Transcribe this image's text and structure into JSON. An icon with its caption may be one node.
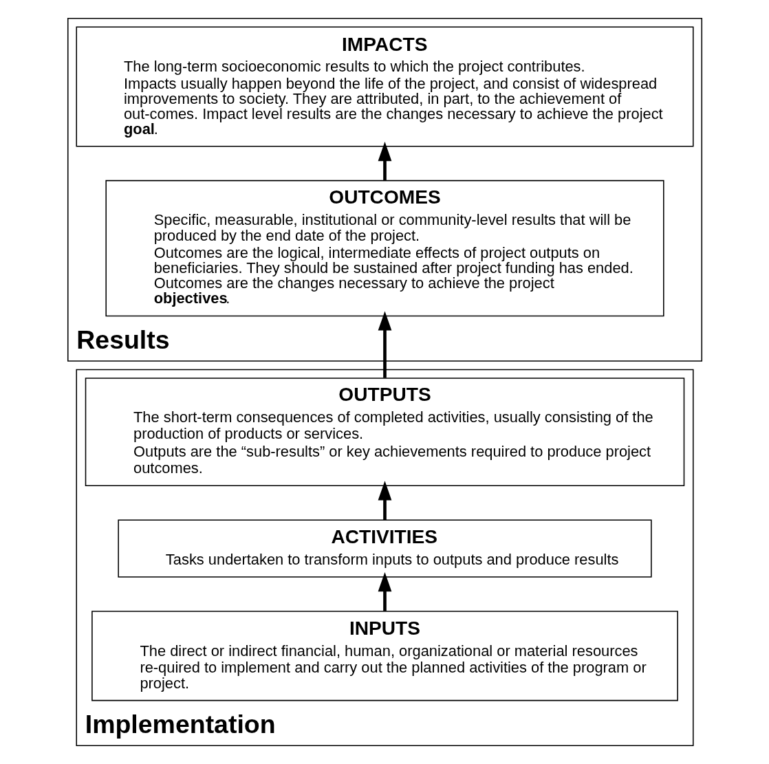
{
  "diagram": {
    "nodes": [
      {
        "text": [
          "Results"
        ]
      },
      {
        "text": [
          "IMPACTS",
          "The long-term socioeconomic results to which the project contributes.",
          "Impacts usually happen beyond the life of the project, and consist of widespread improvements to society. They are attributed, in part, to the achievement of out-comes. Impact level results are the changes necessary to achieve the project **goal**."
        ],
        "in": 0
      },
      {
        "text": [
          "OUTCOMES",
          "Specific, measurable, institutional or community-level results that will be produced by the end date of the project.",
          "Outcomes are the logical, intermediate effects of project outputs on beneficiaries. They should be sustained after project funding has ended. Outcomes are the changes necessary to achieve the project **objectives**."
        ],
        "in": 0
      },
      {
        "text": [
          "Implementation"
        ]
      },
      {
        "text": [
          "OUTPUTS",
          "The short-term consequences of completed activities, usually consisting of the production of products or services.",
          "Outputs are the “sub-results” or key achievements required to produce project outcomes."
        ],
        "in": 3
      },
      {
        "text": [
          "ACTIVITIES",
          "Tasks undertaken to transform inputs to outputs and produce results"
        ],
        "in": 3
      },
      {
        "text": [
          "INPUTS",
          "The direct or indirect financial, human, organizational or material resources re-quired to implement and carry out the planned activities of the program or project."
        ],
        "in": 3
      }
    ],
    "edges": [
      {
        "from": 6,
        "to": 5,
        "arrow": "to"
      },
      {
        "from": 5,
        "to": 4,
        "arrow": "to"
      },
      {
        "from": 4,
        "to": 2,
        "arrow": "to"
      },
      {
        "from": 2,
        "to": 1,
        "arrow": "to"
      }
    ]
  }
}
